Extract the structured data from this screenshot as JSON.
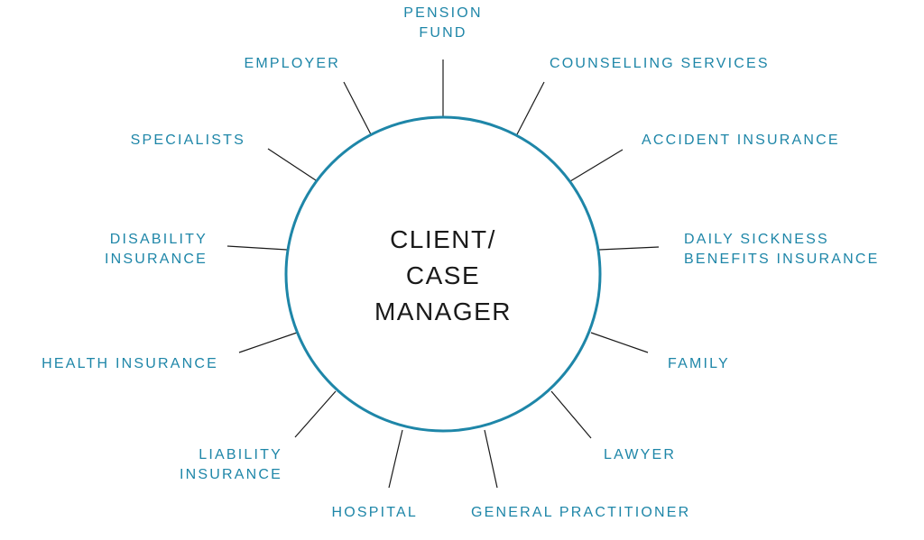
{
  "center": {
    "lines": [
      "CLIENT/",
      "CASE",
      "MANAGER"
    ]
  },
  "nodes": [
    {
      "id": "pension-fund",
      "lines": [
        "PENSION",
        "FUND"
      ]
    },
    {
      "id": "counselling-services",
      "lines": [
        "COUNSELLING SERVICES"
      ]
    },
    {
      "id": "accident-insurance",
      "lines": [
        "ACCIDENT INSURANCE"
      ]
    },
    {
      "id": "daily-sickness-benefits-insurance",
      "lines": [
        "DAILY SICKNESS",
        "BENEFITS INSURANCE"
      ]
    },
    {
      "id": "family",
      "lines": [
        "FAMILY"
      ]
    },
    {
      "id": "lawyer",
      "lines": [
        "LAWYER"
      ]
    },
    {
      "id": "general-practitioner",
      "lines": [
        "GENERAL PRACTITIONER"
      ]
    },
    {
      "id": "hospital",
      "lines": [
        "HOSPITAL"
      ]
    },
    {
      "id": "liability-insurance",
      "lines": [
        "LIABILITY",
        "INSURANCE"
      ]
    },
    {
      "id": "health-insurance",
      "lines": [
        "HEALTH INSURANCE"
      ]
    },
    {
      "id": "disability-insurance",
      "lines": [
        "DISABILITY",
        "INSURANCE"
      ]
    },
    {
      "id": "specialists",
      "lines": [
        "SPECIALISTS"
      ]
    },
    {
      "id": "employer",
      "lines": [
        "EMPLOYER"
      ]
    }
  ],
  "colors": {
    "accent": "#1e86a8",
    "center_text": "#1a1a1a",
    "spoke": "#1a1a1a"
  }
}
